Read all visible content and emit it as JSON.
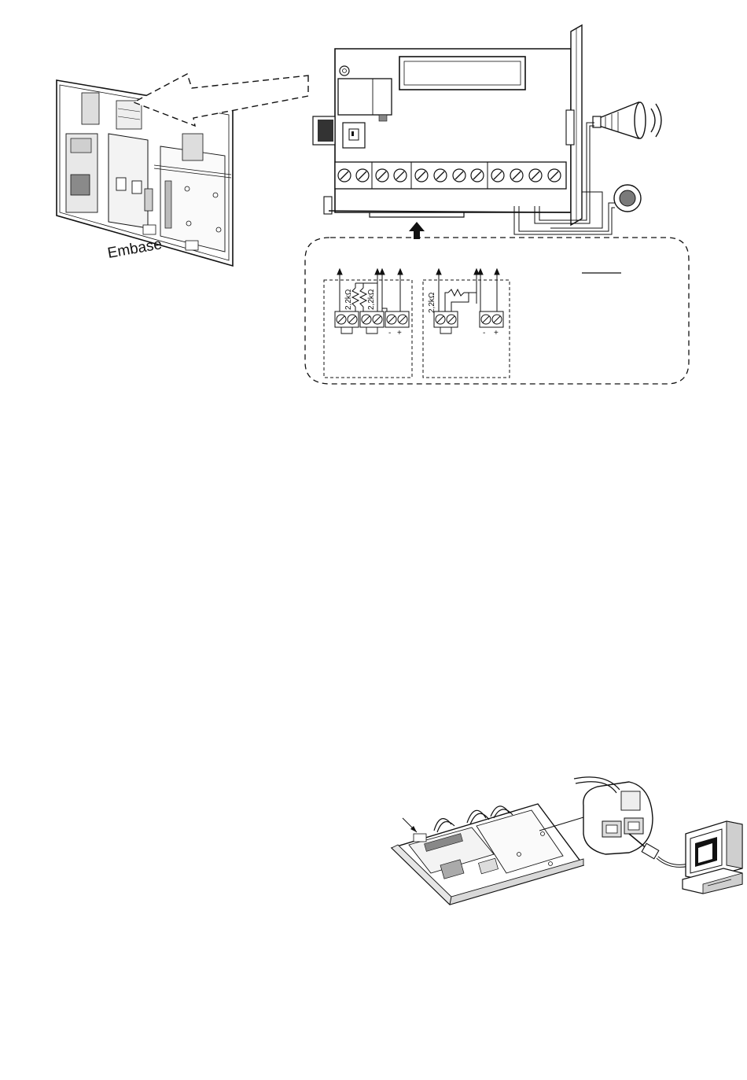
{
  "embase": {
    "label": "Embase"
  },
  "wiring": {
    "resistor_a": "2,2kΩ",
    "resistor_b": "2,2kΩ",
    "resistor_c": "2,2kΩ",
    "minus": "-",
    "plus": "+"
  },
  "colors": {
    "line": "#111111",
    "fill_light": "#f2f2f2",
    "fill_mid": "#d6d6d6",
    "fill_dark": "#9a9a9a",
    "button_center": "#7a7a7a"
  }
}
